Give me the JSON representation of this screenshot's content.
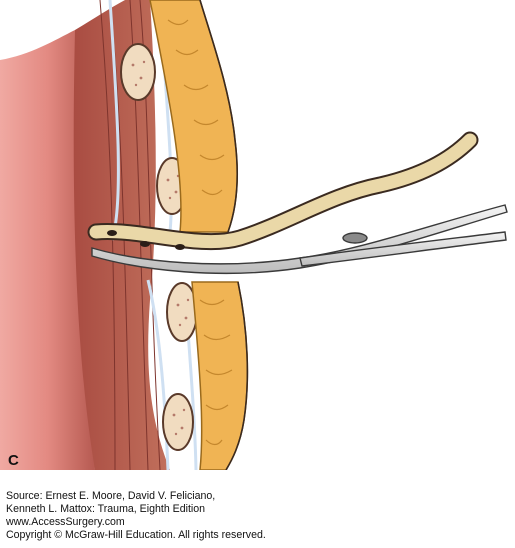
{
  "figure": {
    "panel_letter": "C",
    "colors": {
      "tissue_light": "#e4918a",
      "tissue_dark": "#a8524a",
      "muscle": "#b5614f",
      "membrane": "#cfe0f2",
      "fat": "#f0b454",
      "fat_outline": "#9a6a1c",
      "rib": "#f1dcc0",
      "tube": "#ead8a8",
      "instrument": "#d9d9d9"
    }
  },
  "source": {
    "line1": "Source: Ernest E. Moore, David V. Feliciano,",
    "line2": "Kenneth L. Mattox: Trauma, Eighth Edition",
    "line3": "www.AccessSurgery.com",
    "line4": "Copyright © McGraw-Hill Education. All rights reserved."
  }
}
